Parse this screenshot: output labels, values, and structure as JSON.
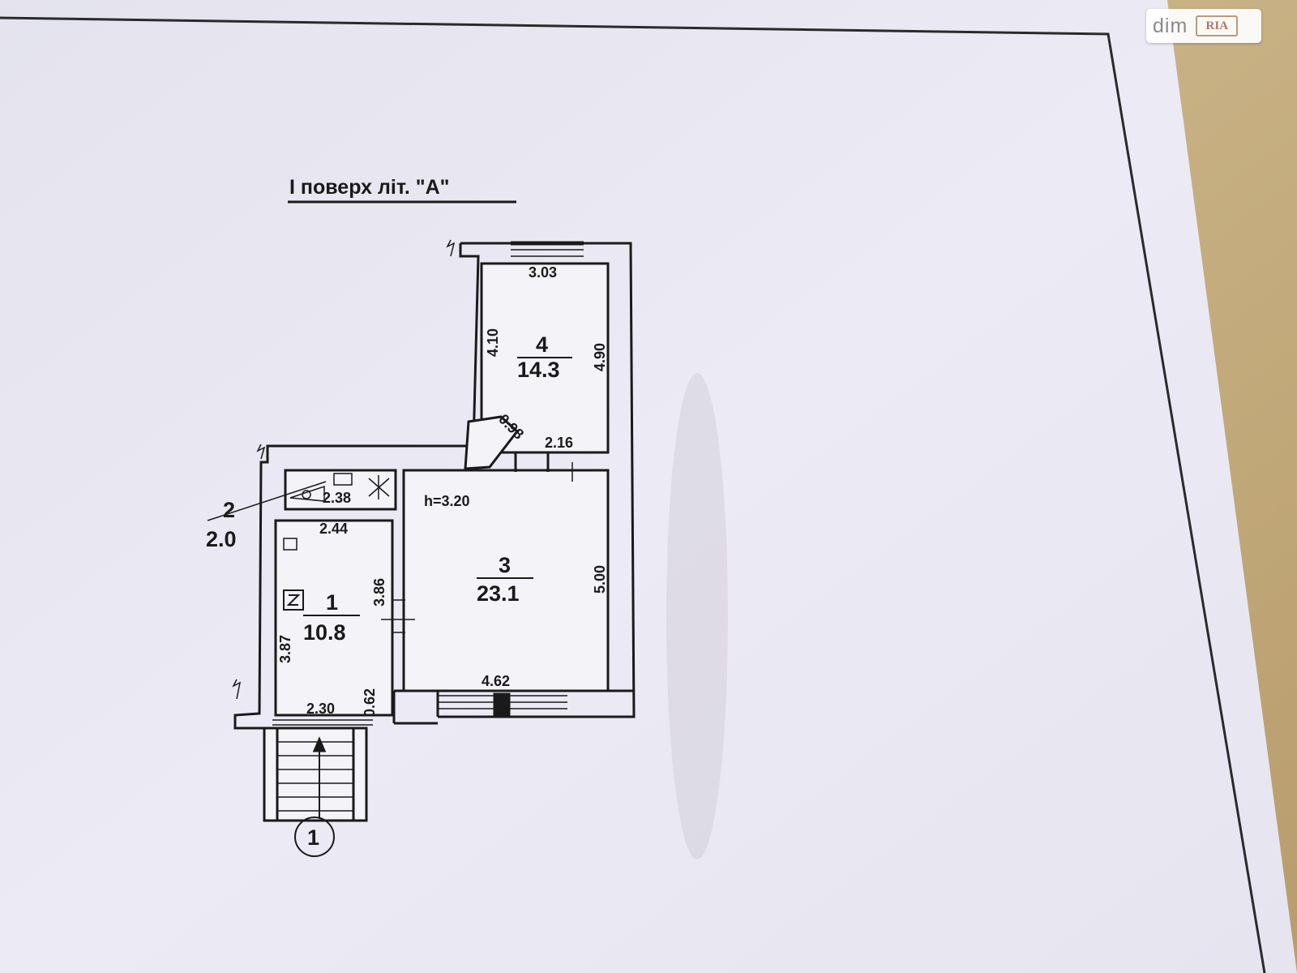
{
  "plan": {
    "title": "І поверх літ. \"А\"",
    "height_label": "h=3.20",
    "entrance_number": "1"
  },
  "rooms": [
    {
      "number": "1",
      "area": "10.8"
    },
    {
      "number": "2",
      "area": "2.0"
    },
    {
      "number": "3",
      "area": "23.1"
    },
    {
      "number": "4",
      "area": "14.3"
    }
  ],
  "dimensions": {
    "room4_top": "3.03",
    "room4_left": "4.10",
    "room4_right": "4.90",
    "corridor_diagonal": "0.98",
    "corridor_bottom": "2.16",
    "room2_width": "2.38",
    "room1_top": "2.44",
    "room1_right": "3.86",
    "room1_left": "3.87",
    "room1_bottom": "2.30",
    "vestibule_depth": "0.62",
    "room3_right": "5.00",
    "room3_bottom": "4.62"
  },
  "watermark": {
    "primary": "dim",
    "secondary": "RIA"
  },
  "colors": {
    "paper": "#e8e6f1",
    "ink": "#1a1a1a",
    "wall_fill": "#f4f3f8",
    "table": "#c9b48a"
  }
}
